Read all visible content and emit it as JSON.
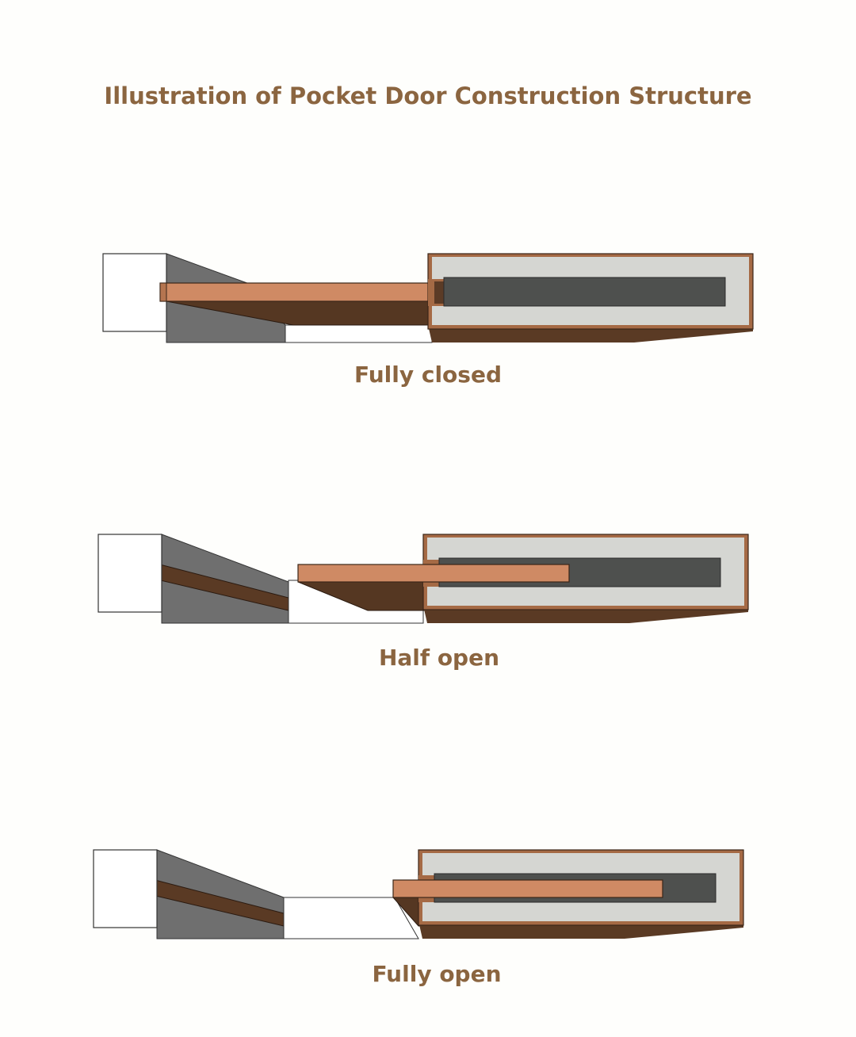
{
  "title": "Illustration of Pocket Door Construction Structure",
  "colors": {
    "title_text": "#8b6540",
    "background": "#fefefc",
    "frame_face": "#ffffff",
    "frame_side": "#6e6e6e",
    "door_face": "#cf8a64",
    "door_shadow": "#5a3a24",
    "pocket_frame": "#d4d4d0",
    "pocket_cavity": "#4e504e",
    "pocket_trim": "#a56a45"
  },
  "diagrams": [
    {
      "id": "fully-closed",
      "caption": "Fully closed",
      "state": "closed"
    },
    {
      "id": "half-open",
      "caption": "Half open",
      "state": "half"
    },
    {
      "id": "fully-open",
      "caption": "Fully open",
      "state": "open"
    }
  ]
}
